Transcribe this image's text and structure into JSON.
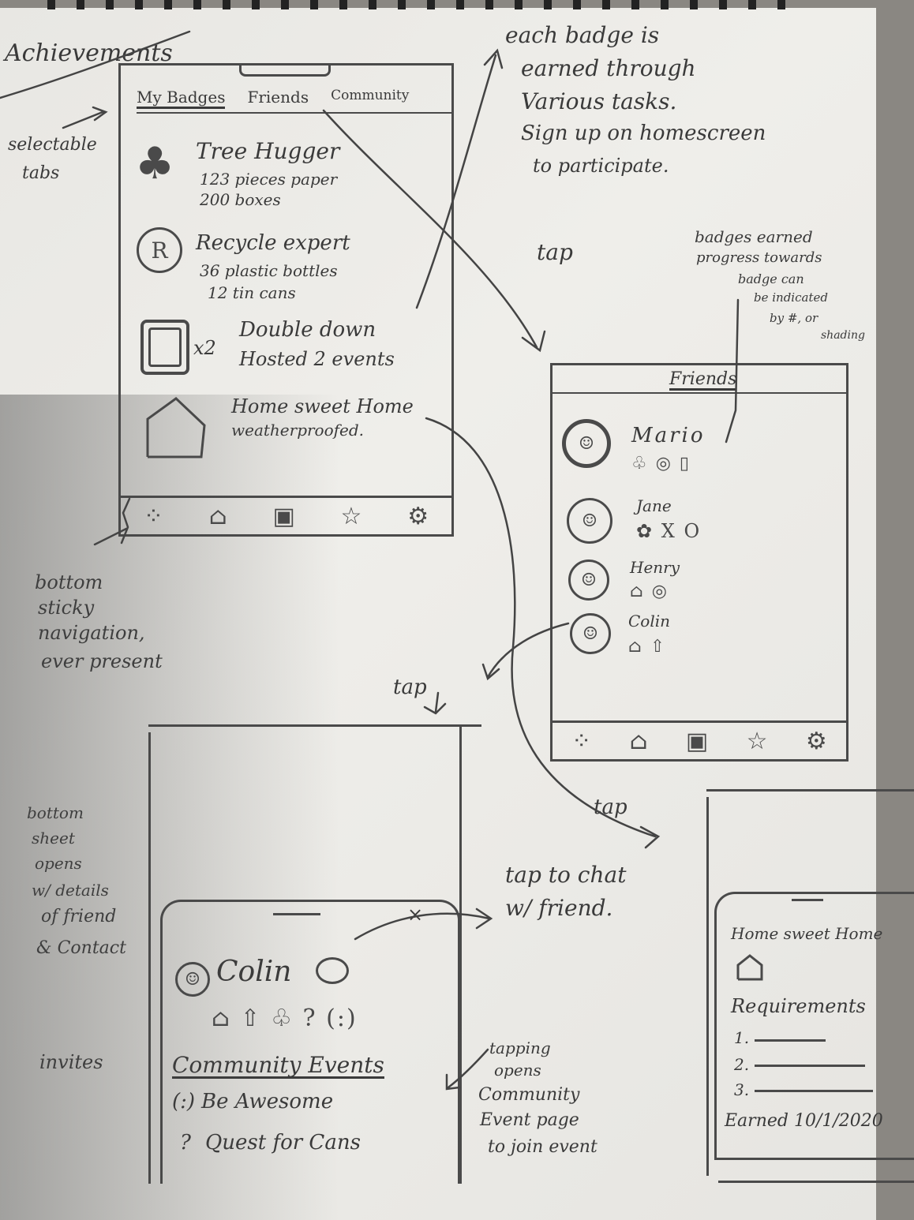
{
  "page_title": "Achievements",
  "notes": {
    "selectable_tabs": [
      "selectable",
      "tabs"
    ],
    "badge_intro": [
      "each badge is",
      "earned through",
      "Various tasks.",
      "Sign up on homescreen",
      "to participate."
    ],
    "tap1": "tap",
    "badges_progress": [
      "badges earned",
      "progress towards",
      "badge can",
      "be indicated",
      "by #, or",
      "shading"
    ],
    "bottom_nav": [
      "bottom",
      "sticky",
      "navigation,",
      "ever present"
    ],
    "tap2": "tap",
    "tap3": "tap",
    "bottom_sheet": [
      "bottom",
      "sheet",
      "opens",
      "w/ details",
      "of friend",
      "& Contact",
      "invites"
    ],
    "tap_chat": [
      "tap to chat",
      "w/ friend."
    ],
    "tapping_opens": [
      "tapping",
      "opens",
      "Community",
      "Event page",
      "to join event"
    ]
  },
  "screen1": {
    "tabs": [
      "My Badges",
      "Friends",
      "Community"
    ],
    "badges": [
      {
        "icon": "tree-icon",
        "title": "Tree Hugger",
        "lines": [
          "123 pieces paper",
          "200 boxes"
        ]
      },
      {
        "icon": "recycle-icon",
        "title": "Recycle expert",
        "lines": [
          "36 plastic bottles",
          "12 tin cans"
        ]
      },
      {
        "icon": "double-frame-icon",
        "multiplier": "x2",
        "title": "Double down",
        "lines": [
          "Hosted 2 events"
        ]
      },
      {
        "icon": "house-icon",
        "title": "Home sweet Home",
        "lines": [
          "weatherproofed."
        ]
      }
    ],
    "nav_icons": [
      "grid-icon",
      "home-icon",
      "camera-icon",
      "star-icon",
      "gear-icon"
    ]
  },
  "screen2": {
    "title": "Friends",
    "friends": [
      {
        "name": "Mario",
        "badges": "♧ ◎ ▯"
      },
      {
        "name": "Jane",
        "badges": "✿ X O"
      },
      {
        "name": "Henry",
        "badges": "⌂ ◎"
      },
      {
        "name": "Colin",
        "badges": "⌂ ⇧"
      }
    ],
    "nav_icons": [
      "grid-icon",
      "home-icon",
      "camera-icon",
      "star-icon",
      "gear-icon"
    ]
  },
  "screen3": {
    "close": "×",
    "friend_name": "Colin",
    "friend_badges": "⌂ ⇧ ♧ ? (:)",
    "section_title": "Community Events",
    "events": [
      {
        "icon": "(:)",
        "label": "Be Awesome"
      },
      {
        "icon": "?",
        "label": "Quest for Cans"
      }
    ]
  },
  "screen4": {
    "title": "Home sweet Home",
    "requirements_label": "Requirements",
    "req_numbers": [
      "1.",
      "2.",
      "3."
    ],
    "earned": "Earned 10/1/2020"
  }
}
